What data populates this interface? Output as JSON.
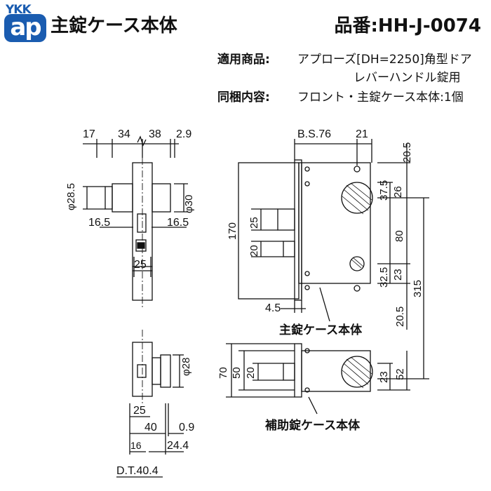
{
  "header": {
    "logo_top": "YKK",
    "logo_bottom": "ap",
    "title": "主錠ケース本体",
    "part_number": "品番:HH-J-0074"
  },
  "info": {
    "applicable_label": "適用商品:",
    "applicable_line1": "アプローズ[DH=2250]角型ドア",
    "applicable_line2": "レバーハンドル錠用",
    "contents_label": "同梱内容:",
    "contents_value": "フロント・主錠ケース本体:1個"
  },
  "diagram": {
    "left": {
      "top_dims": [
        "17",
        "34",
        "38",
        "2.9"
      ],
      "dia_left": "φ28.5",
      "dia_right": "φ30",
      "dim_16_5_left": "16.5",
      "dim_16_5_right": "16.5",
      "dim_25_upper": "25",
      "dia_28": "φ28",
      "dim_25_lower": "25",
      "dim_40": "40",
      "dim_0_9": "0.9",
      "dim_16": "16",
      "dim_24_4": "24.4",
      "dim_dt": "D.T.40.4"
    },
    "right": {
      "bs": "B.S.76",
      "dim_21": "21",
      "dim_20_5_top": "20.5",
      "dim_37_5": "37.5",
      "dim_26": "26",
      "dim_80": "80",
      "dim_32_5": "32.5",
      "dim_23_upper": "23",
      "dim_315": "315",
      "dim_20_5_bottom": "20.5",
      "dim_170": "170",
      "dim_25": "25",
      "dim_20": "20",
      "dim_4_5": "4.5",
      "main_case_label": "主錠ケース本体",
      "dim_70": "70",
      "dim_50": "50",
      "dim_20_aux": "20",
      "dim_23_lower": "23",
      "dim_52": "52",
      "aux_case_label": "補助錠ケース本体"
    }
  }
}
